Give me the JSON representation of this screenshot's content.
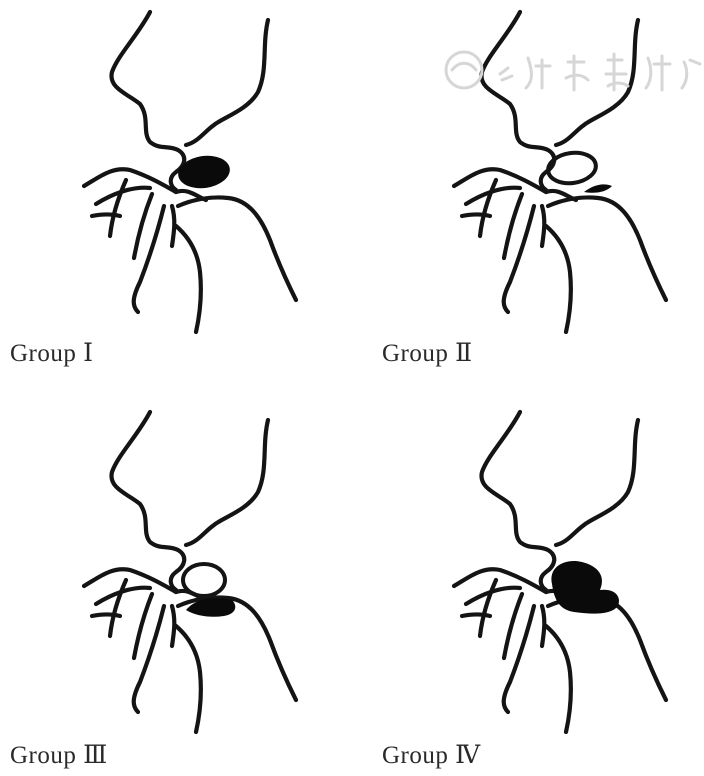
{
  "panels": [
    {
      "label": "Group Ⅰ"
    },
    {
      "label": "Group Ⅱ"
    },
    {
      "label": "Group Ⅲ"
    },
    {
      "label": "Group Ⅳ"
    }
  ],
  "colors": {
    "stroke": "#141414",
    "fill": "#0a0a0a",
    "label": "#2a2a2a",
    "watermark": "#d6d6d6"
  }
}
